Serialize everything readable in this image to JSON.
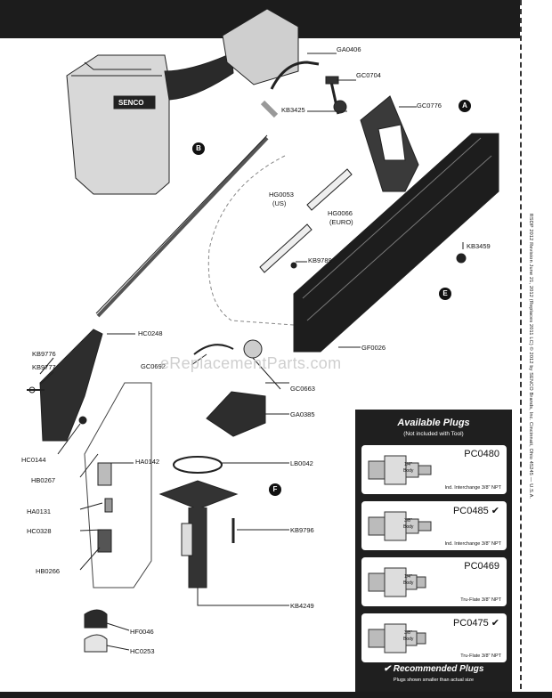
{
  "side_text": "RSDP 2012 Revision June 21, 2012 (Replaces 2011 LC) © 2012 by SENCO Brands, Inc. Cincinnati, Ohio 45245 — U.S.A.",
  "brand": "SENCO",
  "watermark": "eReplacementParts.com",
  "callouts": [
    "A",
    "B",
    "E",
    "F"
  ],
  "labels": {
    "GA0406": "GA0406",
    "GC0704": "GC0704",
    "KB3425": "KB3425",
    "GC0776": "GC0776",
    "HG0053": "HG0053",
    "US": "(US)",
    "HG0066": "HG0066",
    "EURO": "(EURO)",
    "KB3459": "KB3459",
    "KB9789": "KB9789",
    "GF0026": "GF0026",
    "HC0248": "HC0248",
    "KB9776": "KB9776",
    "KB9777": "KB9777",
    "GC0692": "GC0692",
    "GC0663": "GC0663",
    "GA0385": "GA0385",
    "HC0144": "HC0144",
    "HA0142": "HA0142",
    "HB0267": "HB0267",
    "LB0042": "LB0042",
    "HA0131": "HA0131",
    "HC0328": "HC0328",
    "HB0266": "HB0266",
    "KB9796": "KB9796",
    "KB4249": "KB4249",
    "HF0046": "HF0046",
    "HC0253": "HC0253"
  },
  "plugs_panel": {
    "title": "Available Plugs",
    "subtitle": "(Not included with Tool)",
    "items": [
      {
        "code": "PC0480",
        "check": "",
        "size": "1/4\"",
        "body": "Body",
        "desc": "Ind. Interchange 3/8\" NPT"
      },
      {
        "code": "PC0485",
        "check": "✔",
        "size": "3/8\"",
        "body": "Body",
        "desc": "Ind. Interchange 3/8\" NPT"
      },
      {
        "code": "PC0469",
        "check": "",
        "size": "1/4\"",
        "body": "Body",
        "desc": "Tru-Flate 3/8\" NPT"
      },
      {
        "code": "PC0475",
        "check": "✔",
        "size": "3/8\"",
        "body": "Body",
        "desc": "Tru-Flate 3/8\" NPT"
      }
    ],
    "recommended": "✔ Recommended Plugs",
    "recommended_sub": "Plugs shown smaller than actual size"
  }
}
